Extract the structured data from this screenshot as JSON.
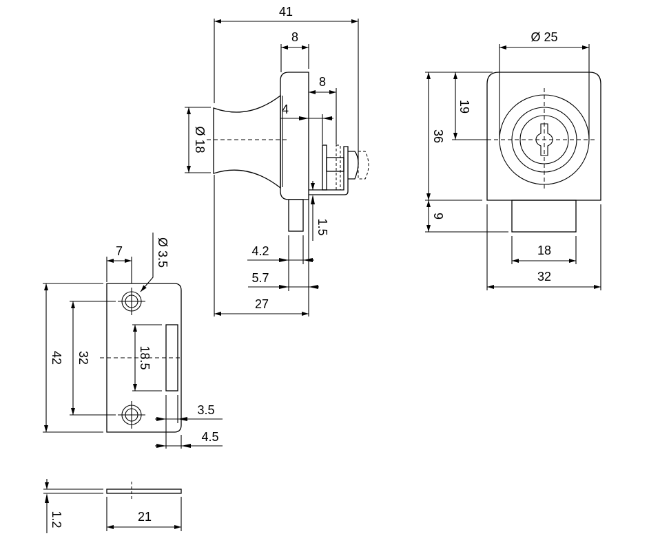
{
  "drawing": {
    "title": "Cabinet push lock technical drawing",
    "side_view": {
      "overall_length": "41",
      "head_thickness": "8",
      "latch_offset": "8",
      "knob_step": "4",
      "knob_diameter": "Ø 18",
      "bolt_gap": "1.5",
      "bolt_width_a": "4.2",
      "bolt_width_b": "5.7",
      "body_length": "27"
    },
    "front_view": {
      "cylinder_diameter": "Ø 25",
      "center_height": "19",
      "body_height": "36",
      "bolt_height": "9",
      "bolt_width": "18",
      "body_width": "32"
    },
    "strike_plate": {
      "hole_offset": "7",
      "hole_diameter": "Ø 3.5",
      "plate_height": "42",
      "hole_spacing": "32",
      "slot_height": "18.5",
      "slot_offset_a": "3.5",
      "slot_offset_b": "4.5"
    },
    "plate_edge_view": {
      "thickness": "1.2",
      "width": "21"
    }
  }
}
